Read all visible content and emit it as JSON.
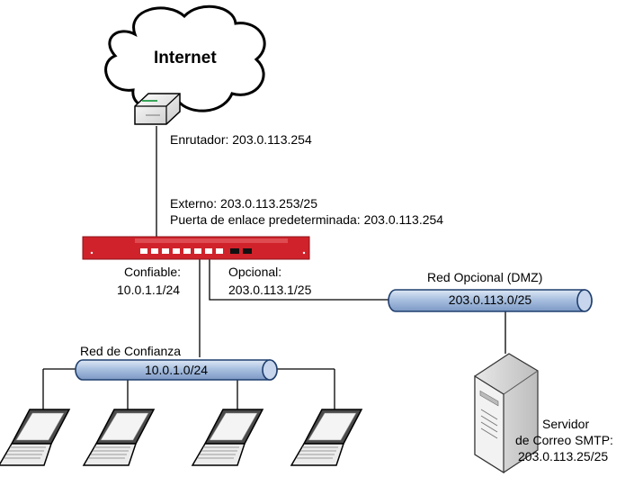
{
  "internet": {
    "label": "Internet"
  },
  "router": {
    "label": "Enrutador: 203.0.113.254"
  },
  "firebox": {
    "external_label": "Externo: 203.0.113.253/25",
    "gateway_label": "Puerta de enlace predeterminada:  203.0.113.254"
  },
  "trusted": {
    "interface_label": "Confiable:",
    "interface_ip": "10.0.1.1/24",
    "network_name": "Red de Confianza",
    "network_address": "10.0.1.0/24",
    "laptop_count": 4
  },
  "optional": {
    "interface_label": "Opcional:",
    "interface_ip": "203.0.113.1/25",
    "network_name": "Red Opcional (DMZ)",
    "network_address": "203.0.113.0/25"
  },
  "server": {
    "line1": "Servidor",
    "line2": "de Correo SMTP:",
    "line3": "203.0.113.25/25"
  },
  "colors": {
    "firebox_red": "#d0222a",
    "pipe_blue": "#a9c0e0",
    "pipe_dark": "#1f3f6e",
    "line": "#000000"
  }
}
